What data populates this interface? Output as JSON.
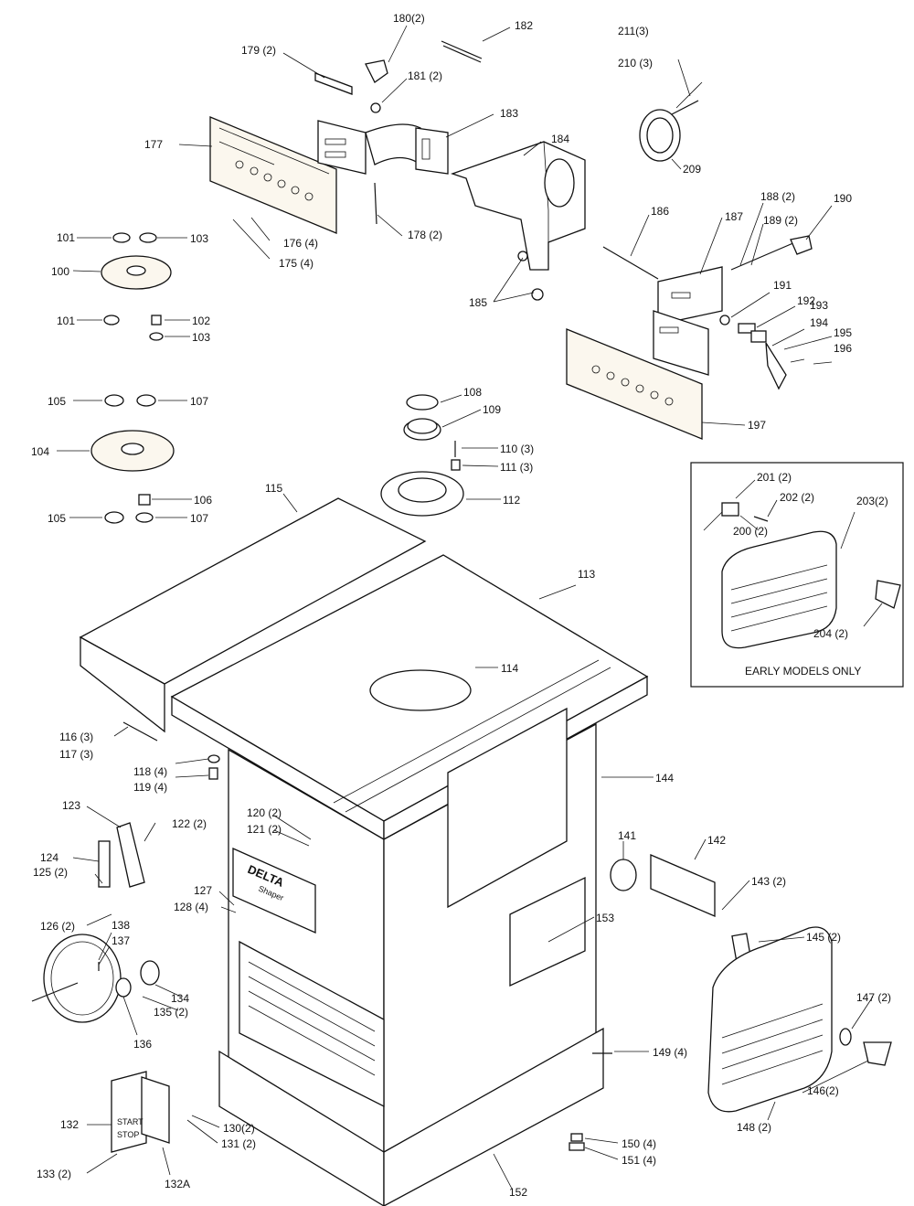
{
  "inset": {
    "caption": "EARLY MODELS ONLY"
  },
  "nameplate": {
    "brand": "DELTA",
    "model": "Shaper"
  },
  "switch": {
    "on": "START",
    "off": "STOP"
  },
  "callouts": [
    {
      "id": "c180",
      "text": "180(2)"
    },
    {
      "id": "c182",
      "text": "182"
    },
    {
      "id": "c211",
      "text": "211(3)"
    },
    {
      "id": "c179",
      "text": "179 (2)"
    },
    {
      "id": "c181",
      "text": "181 (2)"
    },
    {
      "id": "c210",
      "text": "210 (3)"
    },
    {
      "id": "c183",
      "text": "183"
    },
    {
      "id": "c177",
      "text": "177"
    },
    {
      "id": "c184",
      "text": "184"
    },
    {
      "id": "c209",
      "text": "209"
    },
    {
      "id": "c188",
      "text": "188 (2)"
    },
    {
      "id": "c190",
      "text": "190"
    },
    {
      "id": "c186",
      "text": "186"
    },
    {
      "id": "c187",
      "text": "187"
    },
    {
      "id": "c189",
      "text": "189 (2)"
    },
    {
      "id": "c178",
      "text": "178 (2)"
    },
    {
      "id": "c176",
      "text": "176 (4)"
    },
    {
      "id": "c175",
      "text": "175 (4)"
    },
    {
      "id": "c101a",
      "text": "101"
    },
    {
      "id": "c103a",
      "text": "103"
    },
    {
      "id": "c100",
      "text": "100"
    },
    {
      "id": "c101b",
      "text": "101"
    },
    {
      "id": "c102",
      "text": "102"
    },
    {
      "id": "c103b",
      "text": "103"
    },
    {
      "id": "c185",
      "text": "185"
    },
    {
      "id": "c191",
      "text": "191"
    },
    {
      "id": "c192",
      "text": "192"
    },
    {
      "id": "c193",
      "text": "193"
    },
    {
      "id": "c194",
      "text": "194"
    },
    {
      "id": "c195",
      "text": "195"
    },
    {
      "id": "c196",
      "text": "196"
    },
    {
      "id": "c197",
      "text": "197"
    },
    {
      "id": "c105a",
      "text": "105"
    },
    {
      "id": "c107a",
      "text": "107"
    },
    {
      "id": "c108",
      "text": "108"
    },
    {
      "id": "c109",
      "text": "109"
    },
    {
      "id": "c104",
      "text": "104"
    },
    {
      "id": "c110",
      "text": "110 (3)"
    },
    {
      "id": "c111",
      "text": "111 (3)"
    },
    {
      "id": "c106",
      "text": "106"
    },
    {
      "id": "c112",
      "text": "112"
    },
    {
      "id": "c105b",
      "text": "105"
    },
    {
      "id": "c107b",
      "text": "107"
    },
    {
      "id": "c201",
      "text": "201 (2)"
    },
    {
      "id": "c202",
      "text": "202 (2)"
    },
    {
      "id": "c203",
      "text": "203(2)"
    },
    {
      "id": "c200",
      "text": "200 (2)"
    },
    {
      "id": "c204",
      "text": "204 (2)"
    },
    {
      "id": "c115",
      "text": "115"
    },
    {
      "id": "c113",
      "text": "113"
    },
    {
      "id": "c114",
      "text": "114"
    },
    {
      "id": "c116",
      "text": "116 (3)"
    },
    {
      "id": "c117",
      "text": "117 (3)"
    },
    {
      "id": "c118",
      "text": "118 (4)"
    },
    {
      "id": "c119",
      "text": "119 (4)"
    },
    {
      "id": "c144",
      "text": "144"
    },
    {
      "id": "c123",
      "text": "123"
    },
    {
      "id": "c120",
      "text": "120 (2)"
    },
    {
      "id": "c121",
      "text": "121 (2)"
    },
    {
      "id": "c122",
      "text": "122 (2)"
    },
    {
      "id": "c124",
      "text": "124"
    },
    {
      "id": "c125",
      "text": "125 (2)"
    },
    {
      "id": "c141",
      "text": "141"
    },
    {
      "id": "c142",
      "text": "142"
    },
    {
      "id": "c143",
      "text": "143 (2)"
    },
    {
      "id": "c127",
      "text": "127"
    },
    {
      "id": "c128",
      "text": "128 (4)"
    },
    {
      "id": "c126",
      "text": "126 (2)"
    },
    {
      "id": "c153",
      "text": "153"
    },
    {
      "id": "c138",
      "text": "138"
    },
    {
      "id": "c137",
      "text": "137"
    },
    {
      "id": "c145",
      "text": "145 (2)"
    },
    {
      "id": "c134",
      "text": "134"
    },
    {
      "id": "c135",
      "text": "135 (2)"
    },
    {
      "id": "c136",
      "text": "136"
    },
    {
      "id": "c147",
      "text": "147 (2)"
    },
    {
      "id": "c149",
      "text": "149 (4)"
    },
    {
      "id": "c146",
      "text": "146(2)"
    },
    {
      "id": "c132",
      "text": "132"
    },
    {
      "id": "c130",
      "text": "130(2)"
    },
    {
      "id": "c131",
      "text": "131 (2)"
    },
    {
      "id": "c148",
      "text": "148 (2)"
    },
    {
      "id": "c150",
      "text": "150 (4)"
    },
    {
      "id": "c151",
      "text": "151 (4)"
    },
    {
      "id": "c133",
      "text": "133 (2)"
    },
    {
      "id": "c132a",
      "text": "132A"
    },
    {
      "id": "c152",
      "text": "152"
    }
  ]
}
